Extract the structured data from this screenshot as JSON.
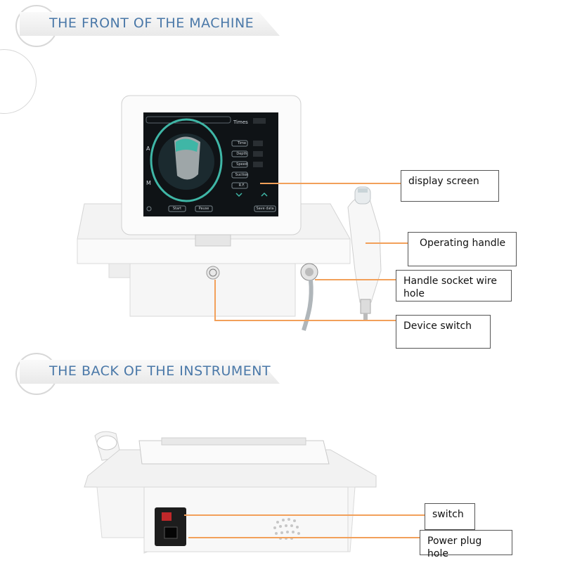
{
  "sections": {
    "front": {
      "title": "THE FRONT OF THE MACHINE"
    },
    "back": {
      "title": "THE BACK OF THE INSTRUMENT"
    }
  },
  "labels": {
    "display_screen": "display screen",
    "operating_handle": "Operating handle",
    "handle_socket": "Handle socket wire hole",
    "device_switch": "Device switch",
    "switch": "switch",
    "power_plug": "Power plug hole"
  },
  "screen_ui": {
    "times": "Times",
    "menu": [
      "Time",
      "Depth",
      "Speed",
      "Suction",
      "R.F."
    ],
    "mode_a": "A",
    "mode_m": "M",
    "start": "Start",
    "pause": "Pause",
    "save": "Save data"
  },
  "colors": {
    "accent": "#f2a05a",
    "header_text": "#4a78a8",
    "screen_teal": "#3fb6a6"
  }
}
